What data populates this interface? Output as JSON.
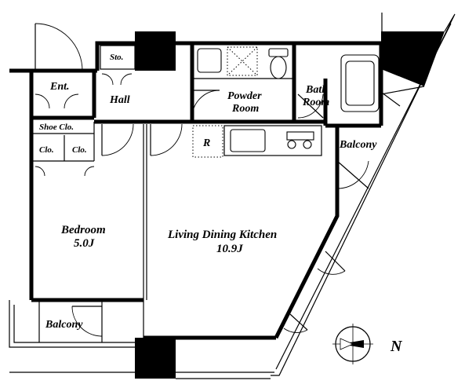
{
  "rooms": {
    "storage": "Sto.",
    "entrance": "Ent.",
    "hall": "Hall",
    "powder_room": [
      "Powder",
      "Room"
    ],
    "bath_room": [
      "Bath",
      "Room"
    ],
    "shoe_closet": "Shoe Clo.",
    "closet_1": "Clo.",
    "closet_2": "Clo.",
    "refrigerator": "R",
    "balcony_east": "Balcony",
    "bedroom": [
      "Bedroom",
      "5.0J"
    ],
    "ldk": [
      "Living Dining Kitchen",
      "10.9J"
    ],
    "balcony_west": "Balcony"
  },
  "compass": {
    "north_label": "N"
  }
}
